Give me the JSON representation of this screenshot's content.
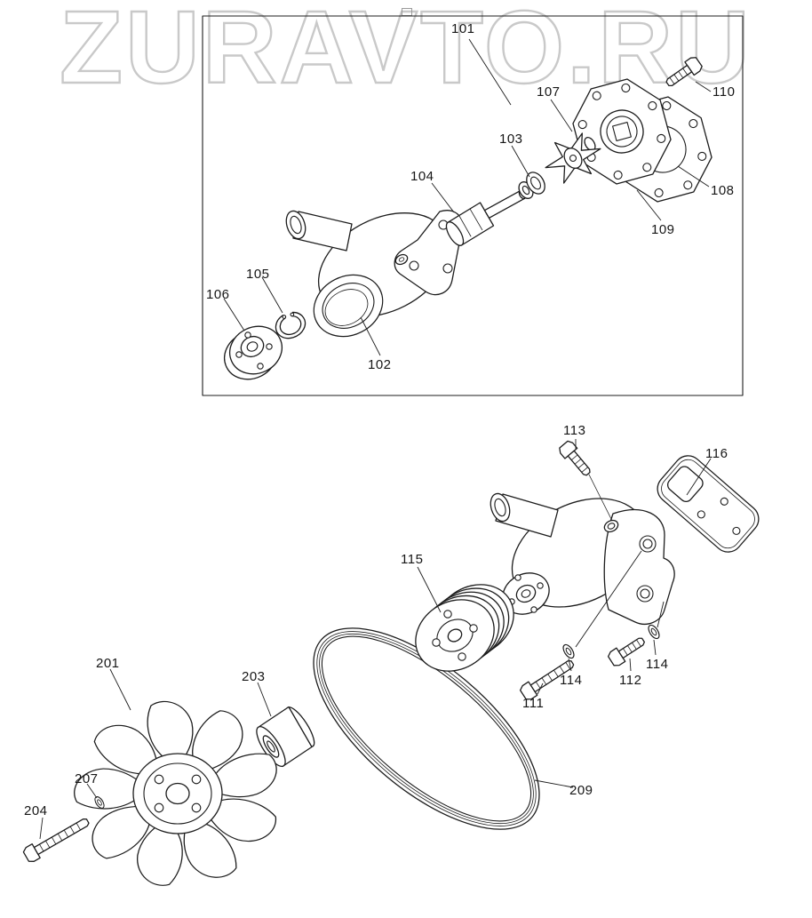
{
  "watermark": {
    "text": "ZURAVTO.RU"
  },
  "colors": {
    "line": "#1c1c1c",
    "watermark_outline": "#c9c9c9",
    "background": "#ffffff"
  },
  "diagram": {
    "upper_labels": [
      "101",
      "110",
      "107",
      "103",
      "104",
      "108",
      "109",
      "105",
      "106",
      "102"
    ],
    "lower_labels": [
      "113",
      "116",
      "115",
      "114",
      "111",
      "112",
      "114",
      "201",
      "203",
      "207",
      "204",
      "209"
    ]
  }
}
